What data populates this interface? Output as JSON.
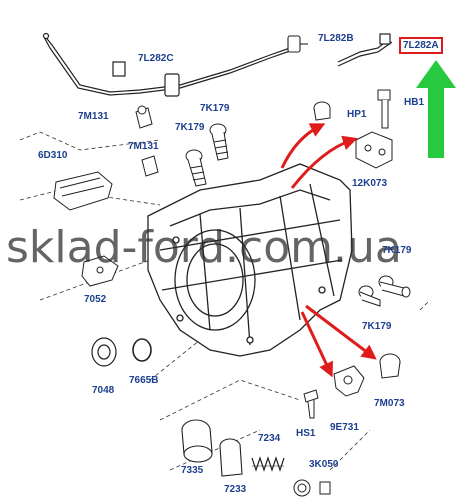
{
  "watermark": "sklad-ford.com.ua",
  "colors": {
    "label": "#1d3f8f",
    "highlight": "#e01b1b",
    "pointer_arrow": "#e01b1b",
    "indicator_arrow": "#27c93f",
    "line": "#222222"
  },
  "parts": {
    "7L282C": "7L282C",
    "7L282B": "7L282B",
    "7L282A": "7L282A",
    "7M131_top": "7M131",
    "7M131_mid": "7M131",
    "7K179_top": "7K179",
    "7K179_mid": "7K179",
    "7K179_right": "7K179",
    "7K179_lower": "7K179",
    "HP1": "HP1",
    "HB1": "HB1",
    "12K073": "12K073",
    "6D310": "6D310",
    "7052": "7052",
    "7048": "7048",
    "7665B": "7665B",
    "M7073": "7M073",
    "HS1": "HS1",
    "9E731": "9E731",
    "7335": "7335",
    "7234": "7234",
    "7233": "7233",
    "3K050": "3K050"
  }
}
